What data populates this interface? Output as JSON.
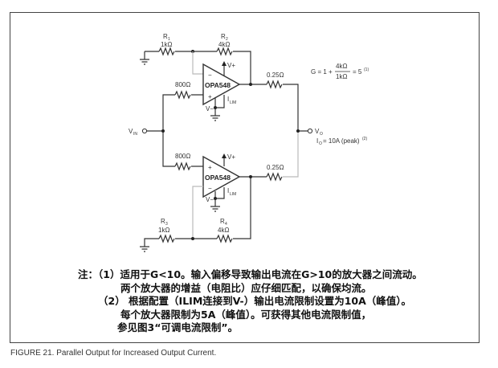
{
  "components": {
    "r1": {
      "name": "R",
      "sub": "1",
      "value": "1kΩ"
    },
    "r2": {
      "name": "R",
      "sub": "2",
      "value": "4kΩ"
    },
    "r3": {
      "name": "R",
      "sub": "3",
      "value": "1kΩ"
    },
    "r4": {
      "name": "R",
      "sub": "4",
      "value": "4kΩ"
    },
    "rin_top": "800Ω",
    "rin_bottom": "800Ω",
    "rout_top": "0.25Ω",
    "rout_bottom": "0.25Ω",
    "opamp_top": {
      "label": "OPA548",
      "minus": "−",
      "plus": "+",
      "vplus": "V+",
      "vminus": "V−",
      "ilim": "I",
      "ilim_sub": "LIM"
    },
    "opamp_bottom": {
      "label": "OPA548",
      "minus": "−",
      "plus": "+",
      "vplus": "V+",
      "vminus": "V−",
      "ilim": "I",
      "ilim_sub": "LIM"
    }
  },
  "terminals": {
    "vin": "V",
    "vin_sub": "IN",
    "vo": "V",
    "vo_sub": "O"
  },
  "gain_formula": {
    "lhs": "G = 1 +",
    "num": "4kΩ",
    "den": "1kΩ",
    "rhs": "= 5",
    "ref": "(1)"
  },
  "output_current": {
    "lhs": "I",
    "sub": "O",
    "rhs": "= 10A (peak)",
    "ref": "(2)"
  },
  "notes": [
    "注：（1）适用于G<10。输入偏移导致输出电流在G>10的放大器之间流动。",
    "两个放大器的增益（电阻比）应仔细匹配，以确保均流。",
    "（2） 根据配置（ILIM连接到V-）输出电流限制设置为10A（峰值）。",
    "每个放大器限制为5A（峰值）。可获得其他电流限制值，",
    "参见图3“可调电流限制”。"
  ],
  "caption": "FIGURE 21. Parallel Output for Increased Output Current."
}
